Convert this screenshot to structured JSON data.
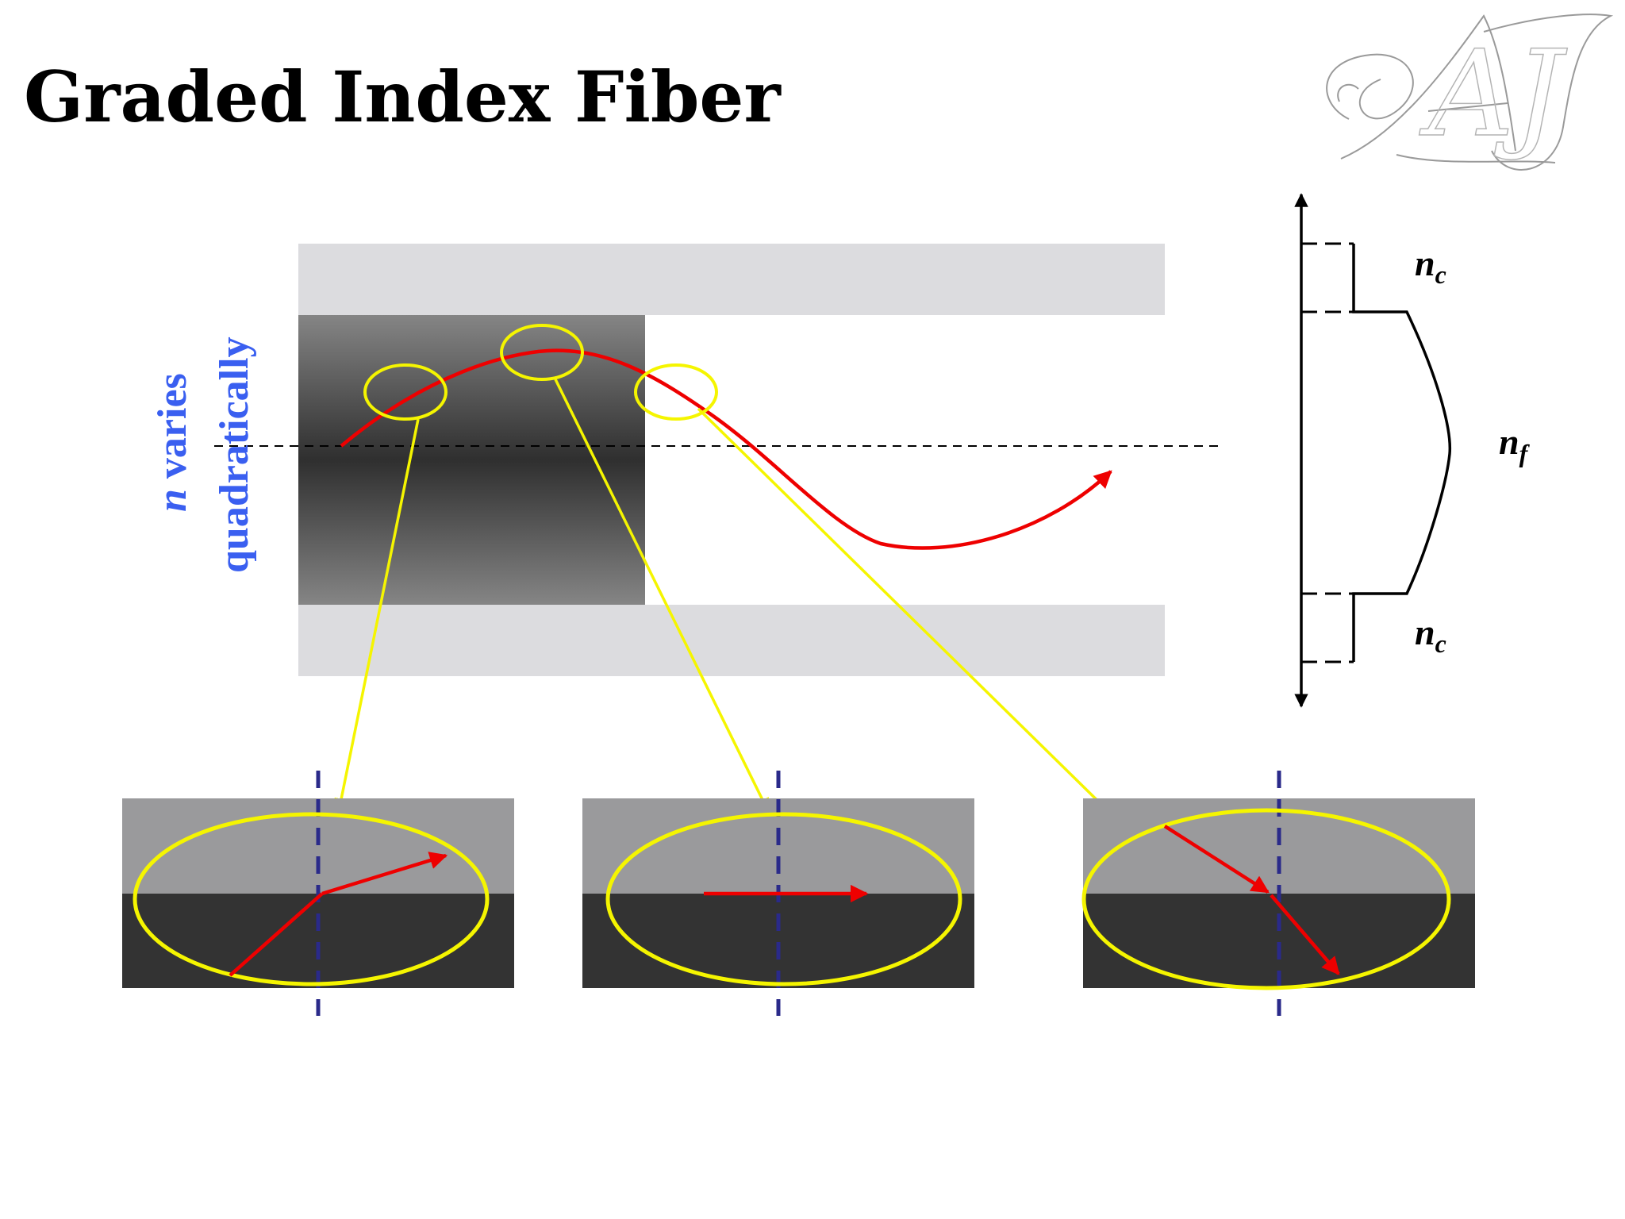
{
  "slide": {
    "title": "Graded Index Fiber",
    "side_label": {
      "italic_part": "n",
      "line1_rest": " varies",
      "line2": "quadratically"
    },
    "index_labels": {
      "top_cladding": {
        "base": "n",
        "sub": "c"
      },
      "core": {
        "base": "n",
        "sub": "f"
      },
      "bottom_cladding": {
        "base": "n",
        "sub": "c"
      }
    },
    "logo_text": "AJ"
  },
  "colors": {
    "ray": "#ee0000",
    "zoom_marker": "#f5f500",
    "label_blue": "#3a5ff0",
    "normal_line": "#2a2a8a",
    "cladding": "#dcdcdf",
    "upper_medium": "#9a9a9c",
    "lower_medium": "#333333"
  },
  "icons": {
    "logo": "monogram-logo-icon"
  }
}
